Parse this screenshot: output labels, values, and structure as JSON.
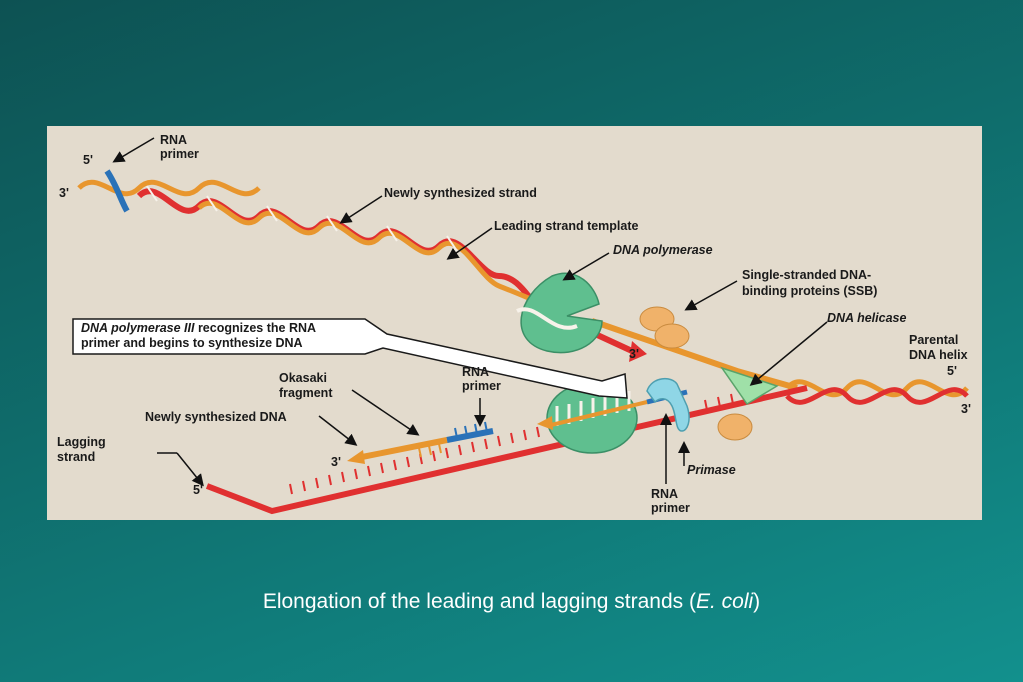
{
  "labels": {
    "rna_primer_top": [
      "RNA",
      "primer"
    ],
    "five_prime_top": "5'",
    "three_prime_top": "3'",
    "newly_synthesized_strand": "Newly synthesized strand",
    "leading_strand_template": "Leading strand template",
    "dna_polymerase": "DNA polymerase",
    "ssb": [
      "Single-stranded DNA-",
      "binding proteins (SSB)"
    ],
    "dna_helicase": "DNA helicase",
    "parental_dna_helix": [
      "Parental",
      "DNA helix"
    ],
    "five_prime_right": "5'",
    "three_prime_right": "3'",
    "three_prime_leading_arrow": "3'",
    "callout_italic": "DNA polymerase III",
    "callout_rest_1": " recognizes the RNA",
    "callout_line_2": "primer and begins to synthesize DNA",
    "okasaki_fragment": [
      "Okasaki",
      "fragment"
    ],
    "rna_primer_middle": [
      "RNA",
      "primer"
    ],
    "newly_synthesized_dna": "Newly synthesized DNA",
    "three_prime_lagging": "3'",
    "lagging_strand": [
      "Lagging",
      "strand"
    ],
    "five_prime_lagging": "5'",
    "primase": "Primase",
    "rna_primer_bottom": [
      "RNA",
      "primer"
    ]
  },
  "caption": {
    "text": "Elongation of the leading and lagging strands (",
    "italic": "E. coli",
    "close": ")"
  },
  "colors": {
    "leading_new_strand": "#e03030",
    "template_strand": "#e8962e",
    "rna_primer": "#2a72b8",
    "polymerase": "#5fbf8f",
    "ssb": "#f0b26a",
    "helicase": "#9fe0a8",
    "primase": "#8fd6e6"
  }
}
